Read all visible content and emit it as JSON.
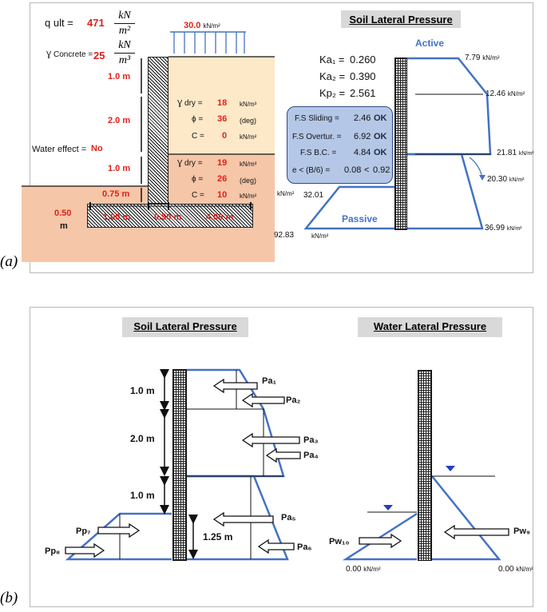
{
  "captions": {
    "a": "(a)",
    "b": "(b)"
  },
  "panel_a": {
    "qult": {
      "label": "q ult  =",
      "value": "471",
      "unit_num": "kN",
      "unit_den": "m²"
    },
    "gamma_concrete": {
      "label": "Ɣ Concrete =",
      "value": "25",
      "unit_num": "kN",
      "unit_den": "m³"
    },
    "surcharge": {
      "value": "30.0",
      "unit": "kN/m²"
    },
    "water_effect": {
      "label": "Water effect =",
      "value": "No"
    },
    "heights": {
      "h1": "1.0 m",
      "h2": "2.0 m",
      "h3": "1.0 m",
      "h4": "0.75 m",
      "base": "0.50",
      "base_unit": "m"
    },
    "base_widths": {
      "toe": "1.00 m",
      "stem": "0.50 m",
      "heel": "4.00 m"
    },
    "layer1": {
      "gamma_label": "Ɣ dry =",
      "gamma": "18",
      "gamma_unit": "kN/m³",
      "phi_label": "ϕ =",
      "phi": "36",
      "phi_unit": "(deg)",
      "c_label": "C =",
      "c": "0",
      "c_unit": "kN/m²"
    },
    "layer2": {
      "gamma_label": "Ɣ dry =",
      "gamma": "19",
      "gamma_unit": "kN/m³",
      "phi_label": "ϕ =",
      "phi": "26",
      "phi_unit": "(deg)",
      "c_label": "C =",
      "c": "10",
      "c_unit": "kN/m²"
    },
    "slp_title": "Soil Lateral Pressure",
    "coeffs": {
      "ka1_label": "Ka₁ =",
      "ka1": "0.260",
      "ka2_label": "Ka₂ =",
      "ka2": "0.390",
      "kp2_label": "Kp₂ =",
      "kp2": "2.561"
    },
    "checks": [
      {
        "label": "F.S Sliding =",
        "value": "2.46",
        "status": "OK"
      },
      {
        "label": "F.S Overtur. =",
        "value": "6.92",
        "status": "OK"
      },
      {
        "label": "F.S   B.C. =",
        "value": "4.84",
        "status": "OK"
      }
    ],
    "ecc": {
      "label": "e < (B/6) =",
      "value": "0.08",
      "op": "<",
      "limit": "0.92"
    },
    "active_label": "Active",
    "passive_label": "Passive",
    "pressures": {
      "p1": "7.79",
      "p2": "12.46",
      "p3": "21.81",
      "p4": "20.30",
      "p5": "36.99",
      "pp_top": "32.01",
      "pp_bottom": "92.83",
      "unit": "kN/m²"
    },
    "colors": {
      "accent": "#4472c4",
      "red": "#e0211b",
      "soil_top": "#fde9c8",
      "soil_bottom": "#f6c6a8",
      "box": "#b4c7e7"
    }
  },
  "panel_b": {
    "slp_title": "Soil Lateral Pressure",
    "wlp_title": "Water Lateral Pressure",
    "heights": {
      "h1": "1.0 m",
      "h2": "2.0 m",
      "h3": "1.0 m",
      "h4": "1.25  m"
    },
    "forces": {
      "pa1": "Pa₁",
      "pa2": "Pa₂",
      "pa3": "Pa₃",
      "pa4": "Pa₄",
      "pa5": "Pa₅",
      "pa6": "Pa₆",
      "pp7": "Pp₇",
      "pp8": "Pp₈",
      "pw9": "Pw₉",
      "pw10": "Pw₁₀"
    },
    "water": {
      "left": "0.00",
      "right": "0.00",
      "unit": "kN/m²"
    }
  }
}
